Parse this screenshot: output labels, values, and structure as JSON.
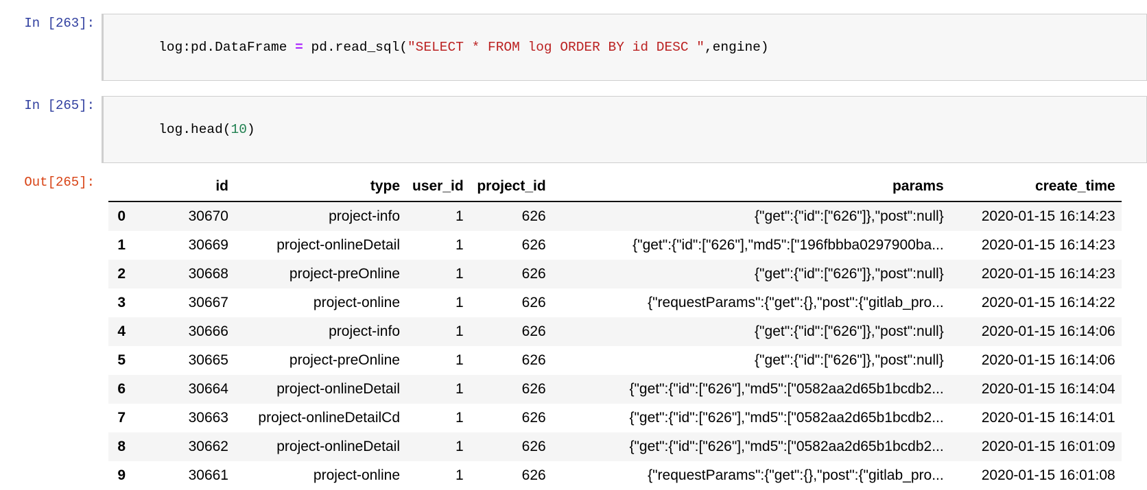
{
  "cells": [
    {
      "prompt": "In [263]:",
      "code_tokens": [
        {
          "t": "log:pd.DataFrame ",
          "c": "plain"
        },
        {
          "t": "=",
          "c": "op"
        },
        {
          "t": " pd.read_sql(",
          "c": "plain"
        },
        {
          "t": "\"SELECT * FROM log ORDER BY id DESC \"",
          "c": "string"
        },
        {
          "t": ",engine)",
          "c": "plain"
        }
      ]
    },
    {
      "prompt": "In [265]:",
      "code_tokens": [
        {
          "t": "log.head(",
          "c": "plain"
        },
        {
          "t": "10",
          "c": "num"
        },
        {
          "t": ")",
          "c": "plain"
        }
      ]
    }
  ],
  "output": {
    "prompt": "Out[265]:",
    "table": {
      "columns": [
        "id",
        "type",
        "user_id",
        "project_id",
        "params",
        "create_time"
      ],
      "index": [
        "0",
        "1",
        "2",
        "3",
        "4",
        "5",
        "6",
        "7",
        "8",
        "9"
      ],
      "rows": [
        {
          "id": "30670",
          "type": "project-info",
          "user_id": "1",
          "project_id": "626",
          "params": "{\"get\":{\"id\":[\"626\"]},\"post\":null}",
          "create_time": "2020-01-15 16:14:23"
        },
        {
          "id": "30669",
          "type": "project-onlineDetail",
          "user_id": "1",
          "project_id": "626",
          "params": "{\"get\":{\"id\":[\"626\"],\"md5\":[\"196fbbba0297900ba...",
          "create_time": "2020-01-15 16:14:23"
        },
        {
          "id": "30668",
          "type": "project-preOnline",
          "user_id": "1",
          "project_id": "626",
          "params": "{\"get\":{\"id\":[\"626\"]},\"post\":null}",
          "create_time": "2020-01-15 16:14:23"
        },
        {
          "id": "30667",
          "type": "project-online",
          "user_id": "1",
          "project_id": "626",
          "params": "{\"requestParams\":{\"get\":{},\"post\":{\"gitlab_pro...",
          "create_time": "2020-01-15 16:14:22"
        },
        {
          "id": "30666",
          "type": "project-info",
          "user_id": "1",
          "project_id": "626",
          "params": "{\"get\":{\"id\":[\"626\"]},\"post\":null}",
          "create_time": "2020-01-15 16:14:06"
        },
        {
          "id": "30665",
          "type": "project-preOnline",
          "user_id": "1",
          "project_id": "626",
          "params": "{\"get\":{\"id\":[\"626\"]},\"post\":null}",
          "create_time": "2020-01-15 16:14:06"
        },
        {
          "id": "30664",
          "type": "project-onlineDetail",
          "user_id": "1",
          "project_id": "626",
          "params": "{\"get\":{\"id\":[\"626\"],\"md5\":[\"0582aa2d65b1bcdb2...",
          "create_time": "2020-01-15 16:14:04"
        },
        {
          "id": "30663",
          "type": "project-onlineDetailCd",
          "user_id": "1",
          "project_id": "626",
          "params": "{\"get\":{\"id\":[\"626\"],\"md5\":[\"0582aa2d65b1bcdb2...",
          "create_time": "2020-01-15 16:14:01"
        },
        {
          "id": "30662",
          "type": "project-onlineDetail",
          "user_id": "1",
          "project_id": "626",
          "params": "{\"get\":{\"id\":[\"626\"],\"md5\":[\"0582aa2d65b1bcdb2...",
          "create_time": "2020-01-15 16:01:09"
        },
        {
          "id": "30661",
          "type": "project-online",
          "user_id": "1",
          "project_id": "626",
          "params": "{\"requestParams\":{\"get\":{},\"post\":{\"gitlab_pro...",
          "create_time": "2020-01-15 16:01:08"
        }
      ]
    }
  },
  "colors": {
    "prompt_in": "#303f9f",
    "prompt_out": "#d84315",
    "string": "#bb2222",
    "operator": "#aa22ff",
    "number": "#208050",
    "cell_background": "#f7f7f7",
    "row_stripe": "#f5f5f5"
  }
}
